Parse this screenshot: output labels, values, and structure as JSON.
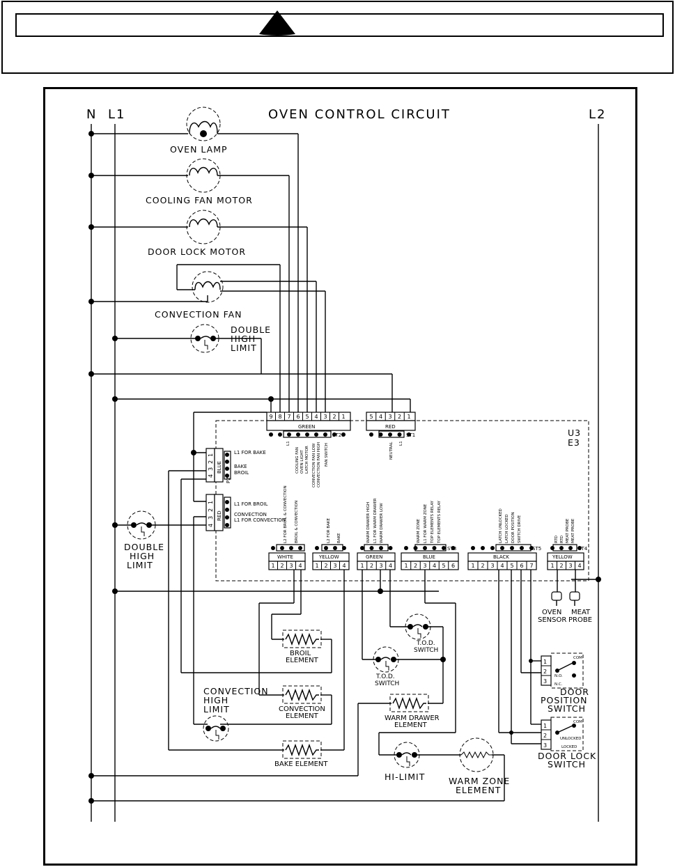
{
  "warning": {
    "icon": "warning-triangle-icon"
  },
  "diagram": {
    "title": "OVEN CONTROL CIRCUIT",
    "rails": {
      "n": "N",
      "l1": "L1",
      "l2": "L2"
    },
    "board": [
      "U3",
      "E3"
    ],
    "loads": {
      "oven_lamp": "OVEN LAMP",
      "cooling_fan": "COOLING FAN MOTOR",
      "door_lock_motor": "DOOR LOCK MOTOR",
      "convection_fan": "CONVECTION FAN",
      "dhl_top": [
        "DOUBLE",
        "HIGH",
        "LIMIT"
      ],
      "dhl_left": [
        "DOUBLE",
        "HIGH",
        "LIMIT"
      ],
      "broil": [
        "BROIL",
        "ELEMENT"
      ],
      "convection_el": [
        "CONVECTION",
        "ELEMENT"
      ],
      "conv_hl": [
        "CONVECTION",
        "HIGH",
        "LIMIT"
      ],
      "bake": "BAKE ELEMENT",
      "tod1": [
        "T.O.D.",
        "SWITCH"
      ],
      "tod2": [
        "T.O.D.",
        "SWITCH"
      ],
      "warm_drawer": [
        "WARM DRAWER",
        "ELEMENT"
      ],
      "hi_limit": "HI-LIMIT",
      "warm_zone": [
        "WARM ZONE",
        "ELEMENT"
      ],
      "oven_sensor": [
        "OVEN",
        "SENSOR"
      ],
      "meat_probe": [
        "MEAT",
        "PROBE"
      ],
      "door_pos": [
        "DOOR",
        "POSITION",
        "SWITCH"
      ],
      "door_lock_sw": [
        "DOOR LOCK",
        "SWITCH"
      ]
    },
    "connectors": {
      "st20": {
        "color": "GREEN",
        "id": "ST20",
        "pins": [
          "9",
          "8",
          "7",
          "6",
          "5",
          "4",
          "3",
          "2",
          "1"
        ],
        "signals": [
          "L1",
          "COOLING FAN",
          "OVEN LIGHT",
          "LATCH MOTOR",
          "CONVECTION FAN LOW",
          "CONVECTION FAN HIGH",
          "FAN SWITCH"
        ]
      },
      "st1": {
        "color": "RED",
        "id": "ST1",
        "pins": [
          "5",
          "4",
          "3",
          "2",
          "1"
        ],
        "signals": [
          "NEUTRAL",
          "L1"
        ]
      },
      "p2_blue": {
        "color": "BLUE",
        "id": "P2",
        "pins": [
          "1",
          "2",
          "3",
          "4"
        ],
        "signals": [
          "L1 FOR BAKE",
          "BAKE",
          "BROIL"
        ]
      },
      "red_small": {
        "color": "RED",
        "pins": [
          "1",
          "2",
          "3",
          "4"
        ],
        "signals": [
          "L1 FOR BROIL",
          "CONVECTION",
          "L1 FOR CONVECTION"
        ]
      },
      "white": {
        "color": "WHITE",
        "pins": [
          "1",
          "2",
          "3",
          "4"
        ],
        "signals": [
          "L2 FOR BROIL & CONVECTION",
          "BROIL & CONVECTION"
        ]
      },
      "yellow": {
        "color": "YELLOW",
        "pins": [
          "1",
          "2",
          "3",
          "4"
        ],
        "signals": [
          "L2 FOR BAKE",
          "BAKE"
        ]
      },
      "green2": {
        "color": "GREEN",
        "pins": [
          "1",
          "2",
          "3",
          "4"
        ],
        "signals": [
          "WARM DRAWER HIGH",
          "L1 FOR WARM DRAWER",
          "WARM DRAWER LOW"
        ]
      },
      "st8": {
        "color": "BLUE",
        "id": "ST8",
        "pins": [
          "1",
          "2",
          "3",
          "4",
          "5",
          "6"
        ],
        "signals": [
          "WARM ZONE",
          "L1 FOR WARM ZONE",
          "TOP ELEMENTS RELAY",
          "TOP ELEMENTS RELAY"
        ]
      },
      "st5": {
        "color": "BLACK",
        "id": "ST5",
        "pins": [
          "1",
          "2",
          "3",
          "4",
          "5",
          "6",
          "7"
        ],
        "signals": [
          "LATCH UNLOCKED",
          "LATCH LOCKED",
          "DOOR POSITION",
          "SWITCH DRIVE"
        ]
      },
      "st4": {
        "color": "YELLOW",
        "id": "ST4",
        "pins": [
          "1",
          "2",
          "3",
          "4"
        ],
        "signals": [
          "RTD",
          "RTD",
          "MEAT PROBE",
          "MEAT PROBE"
        ]
      }
    },
    "switch_terms": {
      "dp": {
        "pins": [
          "1",
          "2",
          "3"
        ],
        "com": "COM",
        "no": "N.O.",
        "nc": "N.C."
      },
      "dl": {
        "pins": [
          "1",
          "2",
          "3"
        ],
        "com": "COM",
        "unlocked": "UNLOCKED",
        "locked": "LOCKED"
      }
    }
  }
}
